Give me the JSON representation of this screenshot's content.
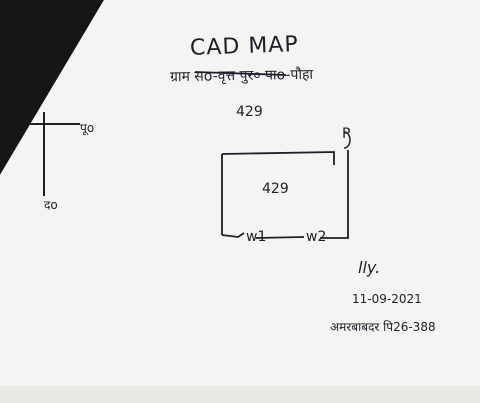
{
  "map": {
    "title": "CAD MAP",
    "header_line": "ग्राम सo-वृत्त पुर० पाo-पौहा",
    "plot_number_top": "429",
    "plot_number_center": "429",
    "compass": {
      "east": "पूo",
      "south": "दo"
    },
    "labels": {
      "p": "P",
      "w1": "w1",
      "w2": "w2"
    },
    "signature": {
      "sign": "lly.",
      "date": "11-09-2021",
      "name": "अमरबाबदर पि26-388"
    }
  },
  "colors": {
    "paper": "#f4f4f2",
    "ink": "#1f1f2a",
    "dark_corner": "#161616"
  }
}
